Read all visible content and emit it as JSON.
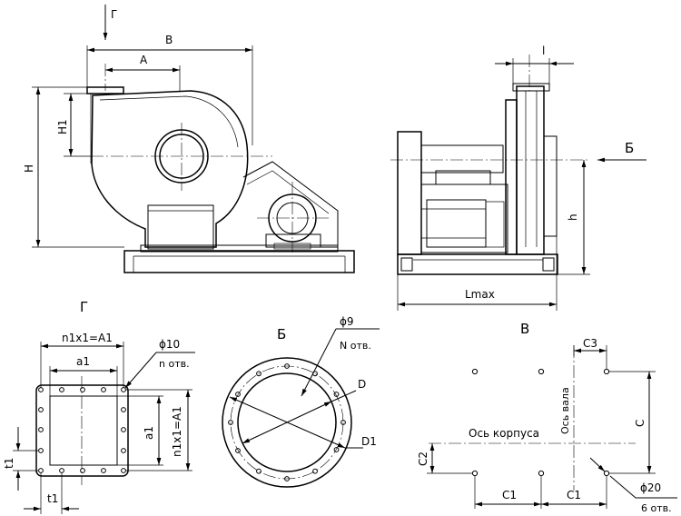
{
  "views": {
    "view_g": "Г",
    "view_b": "Б",
    "view_v": "В"
  },
  "labels": {
    "g_arrow": "Г",
    "dim_b": "B",
    "dim_a": "A",
    "dim_h1": "H1",
    "dim_h": "H",
    "dim_l": "l",
    "b_arrow": "Б",
    "dim_h_small": "h",
    "dim_lmax": "Lmax",
    "n1x1_top": "n1x1=A1",
    "a1_top": "a1",
    "phi10": "ϕ10",
    "n_otv": "n отв.",
    "a1_side": "a1",
    "n1x1_side": "n1x1=A1",
    "t1_left": "t1",
    "t1_bottom": "t1",
    "phi9": "ϕ9",
    "N_otv": "N отв.",
    "D": "D",
    "D1": "D1",
    "C3": "C3",
    "os_vala": "Ось вала",
    "os_korpusa": "Ось корпуса",
    "C": "C",
    "C2": "C2",
    "C1_left": "C1",
    "C1_right": "C1",
    "phi20": "ϕ20",
    "six_otv": "6 отв."
  }
}
